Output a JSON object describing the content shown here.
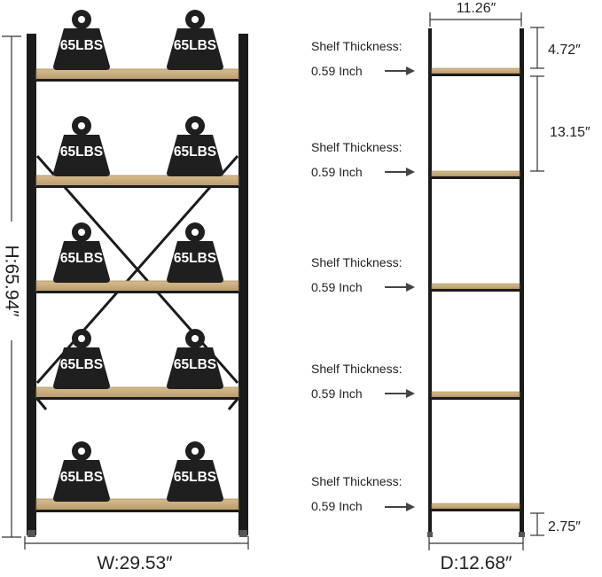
{
  "front_view": {
    "height_label": "H:65.94″",
    "width_label": "W:29.53″",
    "weight_label": "65LBS"
  },
  "side_view": {
    "top_width_label": "11.26″",
    "depth_label": "D:12.68″",
    "top_gap_label": "4.72″",
    "shelf_gap_label": "13.15″",
    "bottom_gap_label": "2.75″",
    "shelf_notes": [
      {
        "title": "Shelf Thickness:",
        "value": "0.59 Inch"
      },
      {
        "title": "Shelf Thickness:",
        "value": "0.59 Inch"
      },
      {
        "title": "Shelf Thickness:",
        "value": "0.59 Inch"
      },
      {
        "title": "Shelf Thickness:",
        "value": "0.59 Inch"
      },
      {
        "title": "Shelf Thickness:",
        "value": "0.59 Inch"
      }
    ]
  },
  "colors": {
    "frame": "#1b1b1b",
    "shelf": "#c9ad7f",
    "shelf_edge": "#a88a5c",
    "dimension_line": "#333333",
    "weight_fill": "#1f1f1f",
    "weight_text": "#ffffff"
  }
}
